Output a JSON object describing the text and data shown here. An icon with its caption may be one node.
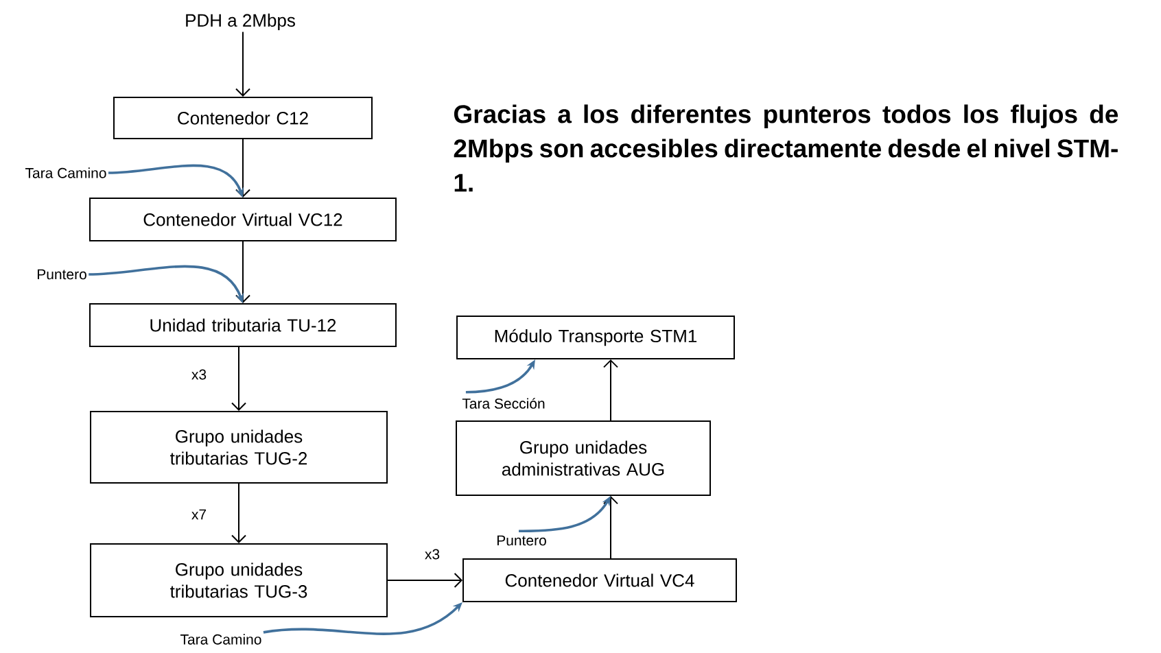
{
  "diagram": {
    "nodes": [
      {
        "text": [
          "PDH a 2Mbps"
        ]
      },
      {
        "text": [
          "Contenedor C12"
        ]
      },
      {
        "text": [
          "Tara Camino"
        ]
      },
      {
        "text": [
          "Contenedor Virtual VC12"
        ]
      },
      {
        "text": [
          "Puntero"
        ]
      },
      {
        "text": [
          "Unidad tributaria TU-12"
        ]
      },
      {
        "text": [
          "Grupo unidades tributarias TUG-2"
        ]
      },
      {
        "text": [
          "Grupo unidades tributarias TUG-3"
        ]
      },
      {
        "text": [
          "Tara Camino"
        ]
      },
      {
        "text": [
          "Contenedor Virtual VC4"
        ]
      },
      {
        "text": [
          "Puntero"
        ]
      },
      {
        "text": [
          "Grupo unidades administrativas AUG"
        ]
      },
      {
        "text": [
          "Tara Sección"
        ]
      },
      {
        "text": [
          "Módulo Transporte STM1"
        ]
      }
    ],
    "edges": [
      {
        "from": 0,
        "to": 1,
        "arrow": "to"
      },
      {
        "from": 1,
        "to": 3,
        "arrow": "to"
      },
      {
        "from": 2,
        "to": 3,
        "arrow": "to",
        "color": "#41719c"
      },
      {
        "from": 3,
        "to": 5,
        "arrow": "to"
      },
      {
        "from": 4,
        "to": 5,
        "arrow": "to",
        "color": "#41719c"
      },
      {
        "from": 5,
        "to": 6,
        "label": "x3",
        "arrow": "to"
      },
      {
        "from": 6,
        "to": 7,
        "label": "x7",
        "arrow": "to"
      },
      {
        "from": 7,
        "to": 9,
        "label": "x3",
        "arrow": "to"
      },
      {
        "from": 8,
        "to": 9,
        "arrow": "to",
        "color": "#41719c"
      },
      {
        "from": 9,
        "to": 11,
        "arrow": "to"
      },
      {
        "from": 10,
        "to": 11,
        "arrow": "to",
        "color": "#41719c"
      },
      {
        "from": 11,
        "to": 13,
        "arrow": "to"
      },
      {
        "from": 12,
        "to": 13,
        "arrow": "to",
        "color": "#41719c"
      }
    ],
    "labels": [
      "Gracias a los diferentes punteros todos los flujos de 2Mbps son accesibles directamente desde el nivel STM-1."
    ]
  }
}
